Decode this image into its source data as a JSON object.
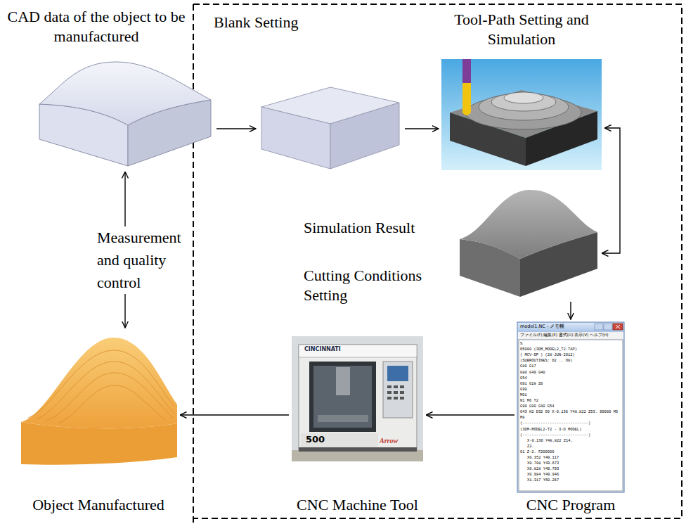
{
  "diagram": {
    "nodes": [
      {
        "text": [
          "CAD data of the object to be manufactured"
        ]
      },
      {
        "text": [
          "Blank Setting"
        ]
      },
      {
        "text": [
          "Tool-Path Setting and Simulation"
        ]
      },
      {
        "text": [
          "Simulation Result"
        ]
      },
      {
        "text": [
          "CNC Program",
          "model1.NC - メモ帳",
          "ファイル(F) 編集(E) 書式(O) 表示(V) ヘルプ(H)",
          "%",
          "O5000 (3DM_MODEL2_T2.TAP)",
          "( MCV-OP ) (28-JUN-2012)",
          "(SUBROUTINES: O2 .. O0)",
          "G80 G17",
          "G80 G49 G40",
          "G54",
          "G91 G28 Z0",
          "G90",
          "M01",
          "N1 M6 T2",
          "G90 G00 G40 G54",
          "G43 H2 D32 G0 X-0.136 Y48.822 Z53. S9000 M3",
          "M8",
          "(-----------------------------)",
          "(3DM-MODEL2-T2 - 3-D MODEL)",
          "(-----------------------------)",
          "X-0.136 Y48.822 Z14.",
          "Z2.",
          "G1 Z-2. F200000",
          "X0.352 Y49.117",
          "X0.708 Y49.673",
          "X0.828 Y49.793",
          "X0.984 Y49.946",
          "X1.317 Y50.267"
        ]
      },
      {
        "text": [
          "CNC Machine Tool",
          "CINCINNATI",
          "500",
          "Arrow"
        ]
      },
      {
        "text": [
          "Object Manufactured"
        ]
      }
    ],
    "edges": [
      {
        "from": 0,
        "to": 1,
        "arrow": "to"
      },
      {
        "from": 1,
        "to": 2,
        "arrow": "to"
      },
      {
        "from": 2,
        "to": 3,
        "arrow": "both"
      },
      {
        "from": 3,
        "to": 4,
        "arrow": "to"
      },
      {
        "from": 4,
        "to": 5,
        "arrow": "to"
      },
      {
        "from": 5,
        "to": 6,
        "arrow": "to"
      },
      {
        "from": 0,
        "to": 6,
        "label": "Measurement and quality control",
        "arrow": "both"
      }
    ],
    "labels": [
      "Cutting Conditions Setting"
    ]
  }
}
